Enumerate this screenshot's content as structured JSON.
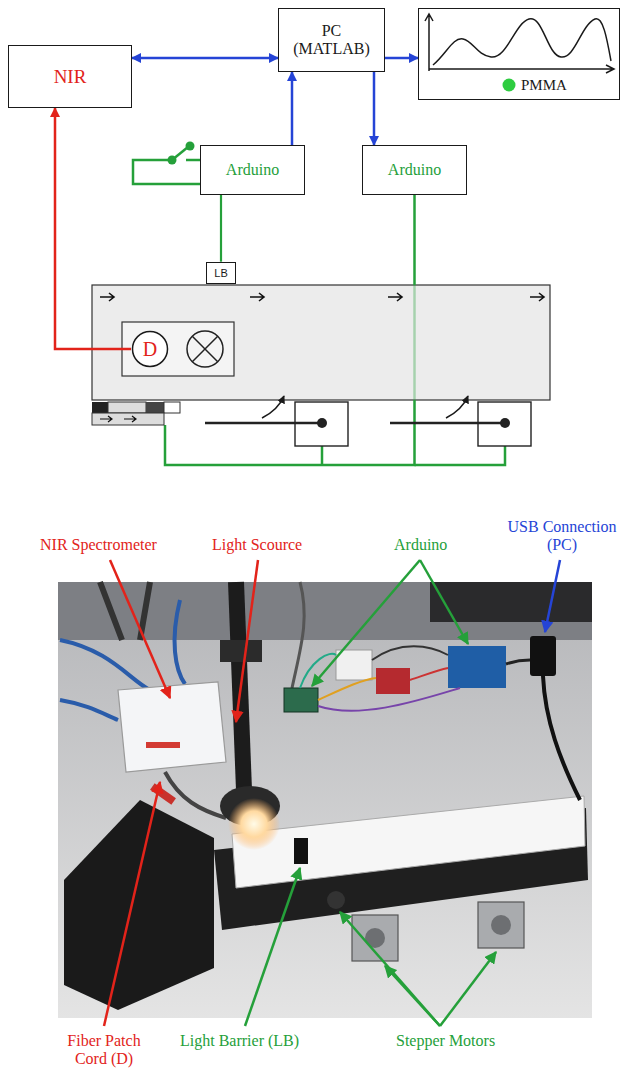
{
  "diagram": {
    "nodes": [
      {
        "text": [
          "NIR"
        ]
      },
      {
        "text": [
          "PC (MATLAB)"
        ]
      },
      {
        "text": [
          "PMMA"
        ]
      },
      {
        "text": [
          "Arduino"
        ]
      },
      {
        "text": [
          "Arduino"
        ]
      },
      {
        "text": [
          "LB"
        ]
      },
      {
        "text": [
          "D"
        ]
      }
    ],
    "edges": [
      {
        "from": 0,
        "to": 1,
        "arrow": "both"
      },
      {
        "from": 3,
        "to": 1,
        "arrow": "to"
      },
      {
        "from": 1,
        "to": 4,
        "arrow": "to"
      },
      {
        "from": 1,
        "to": 2,
        "arrow": "to"
      },
      {
        "from": 6,
        "to": 0,
        "arrow": "to"
      },
      {
        "from": 5,
        "to": 3,
        "arrow": "none"
      }
    ],
    "labels": [
      "NIR Spectrometer",
      "Light Scource",
      "Arduino",
      "USB Connection (PC)",
      "Fiber Patch Cord (D)",
      "Light Barrier (LB)",
      "Stepper Motors"
    ]
  }
}
